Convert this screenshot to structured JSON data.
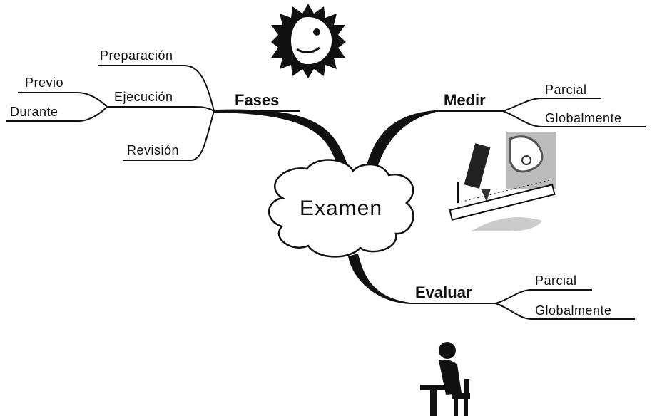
{
  "center": {
    "label": "Examen"
  },
  "branches": {
    "fases": {
      "label": "Fases",
      "children": {
        "preparacion": "Preparación",
        "ejecucion": {
          "label": "Ejecución",
          "children": {
            "previo": "Previo",
            "durante": "Durante"
          }
        },
        "revision": "Revisión"
      }
    },
    "medir": {
      "label": "Medir",
      "children": {
        "parcial": "Parcial",
        "globalmente": "Globalmente"
      }
    },
    "evaluar": {
      "label": "Evaluar",
      "children": {
        "parcial": "Parcial",
        "globalmente": "Globalmente"
      }
    }
  },
  "icons": {
    "fases": "sun-moon-icon",
    "medir": "pencil-ruler-icon",
    "evaluar": "person-at-desk-icon"
  }
}
